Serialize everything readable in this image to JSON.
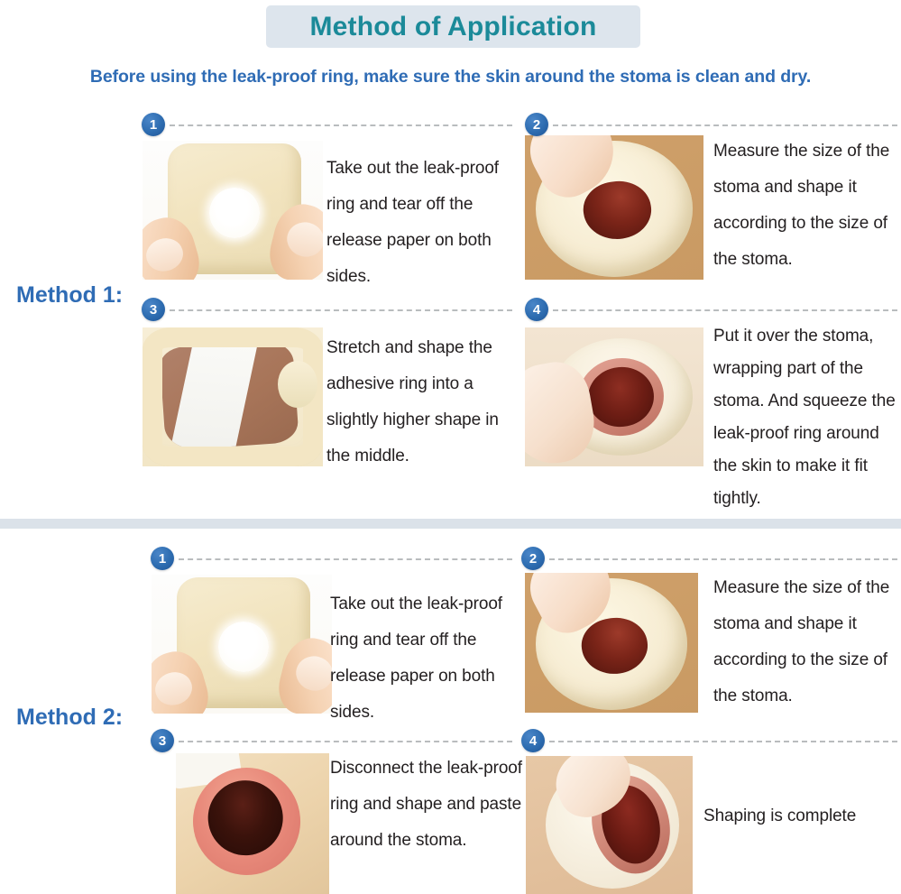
{
  "header": {
    "title": "Method of Application",
    "title_bg": "#dde5ed",
    "title_color": "#1b8a99",
    "subtitle": "Before using the leak-proof ring, make sure the skin around the stoma is clean and dry.",
    "subtitle_color": "#2f6cb5"
  },
  "methods": [
    {
      "label": "Method 1:",
      "steps": [
        {
          "number": "1",
          "text": "Take out the leak-proof ring and tear off the release paper on both sides.",
          "image_alt": "hands-holding-leak-proof-ring-photo"
        },
        {
          "number": "2",
          "text": "Measure the size of the stoma and shape it according to the size of the stoma.",
          "image_alt": "ring-over-stoma-measuring-photo"
        },
        {
          "number": "3",
          "text": "Stretch and shape the adhesive ring into a slightly higher shape in the middle.",
          "image_alt": "stretching-adhesive-ring-photo"
        },
        {
          "number": "4",
          "text": "Put it over the stoma, wrapping part of the stoma. And squeeze the leak-proof ring around the skin to make it fit tightly.",
          "image_alt": "squeezing-ring-around-stoma-photo"
        }
      ]
    },
    {
      "label": "Method 2:",
      "steps": [
        {
          "number": "1",
          "text": "Take out the leak-proof ring and tear off the release paper on both sides.",
          "image_alt": "hands-holding-leak-proof-ring-photo"
        },
        {
          "number": "2",
          "text": "Measure the size of the stoma and shape it according to the size of the stoma.",
          "image_alt": "ring-over-stoma-measuring-photo"
        },
        {
          "number": "3",
          "text": "Disconnect the leak-proof ring and shape and paste around the stoma.",
          "image_alt": "stoma-closeup-photo"
        },
        {
          "number": "4",
          "text": "Shaping is complete",
          "image_alt": "completed-shaping-photo"
        }
      ]
    }
  ],
  "divider_color": "#dbe2e9",
  "badge_color": "#2d6cb0",
  "dash_color": "#b9bcbe"
}
